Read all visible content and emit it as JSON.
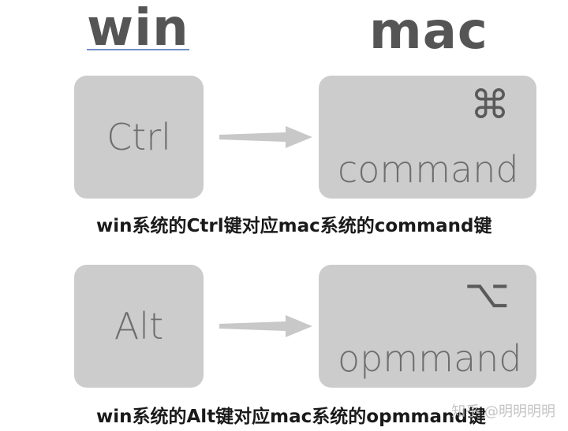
{
  "headings": {
    "win": "win",
    "mac": "mac"
  },
  "rows": [
    {
      "win_key": "Ctrl",
      "mac_symbol": "⌘",
      "mac_key": "command",
      "caption": "win系统的Ctrl键对应mac系统的command键"
    },
    {
      "win_key": "Alt",
      "mac_symbol": "⌥",
      "mac_key": "opmmand",
      "caption": "win系统的Alt键对应mac系统的opmmand键"
    }
  ],
  "watermark": "知乎 @明明明明",
  "colors": {
    "key_background": "#cccccc",
    "key_text": "#6e6e6e",
    "heading_text": "#555555",
    "arrow": "#c8c8c8",
    "caption_text": "#1a1a1a"
  }
}
